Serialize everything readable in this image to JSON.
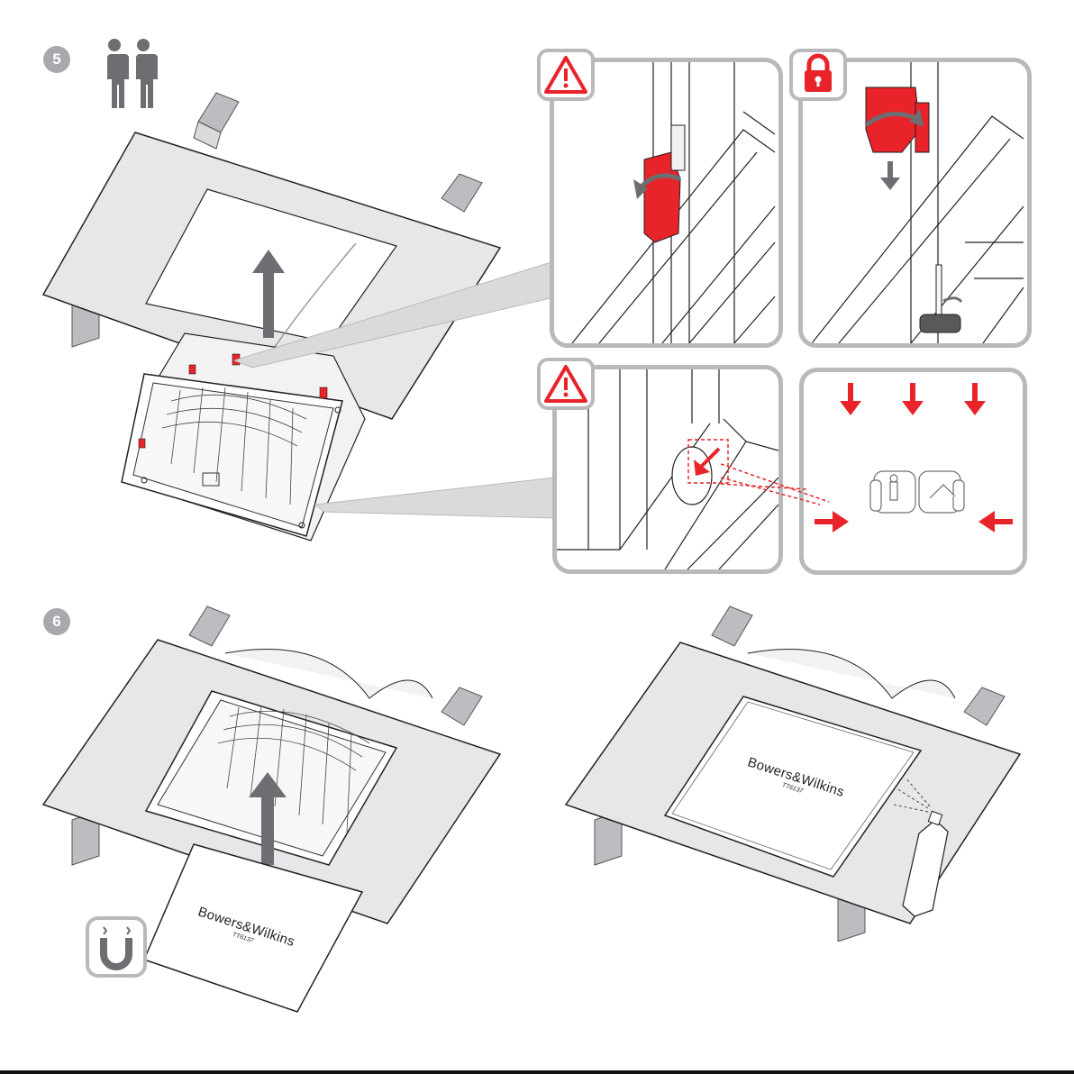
{
  "steps": {
    "step5": {
      "number": "5"
    },
    "step6": {
      "number": "6"
    }
  },
  "grille": {
    "brand": "Bowers&Wilkins",
    "model": "TT6137"
  },
  "colors": {
    "accent_red": "#e8232a",
    "panel_border": "#b8b9bb",
    "ceiling_fill": "#e6e7e8",
    "joist_fill": "#bcbdc0",
    "arrow_grey": "#6d6e71",
    "badge_grey": "#a7a9ac"
  },
  "icons": {
    "two_people": "two-people-icon",
    "warning": "warning-triangle-icon",
    "lock": "padlock-icon",
    "magnet": "magnet-icon"
  }
}
